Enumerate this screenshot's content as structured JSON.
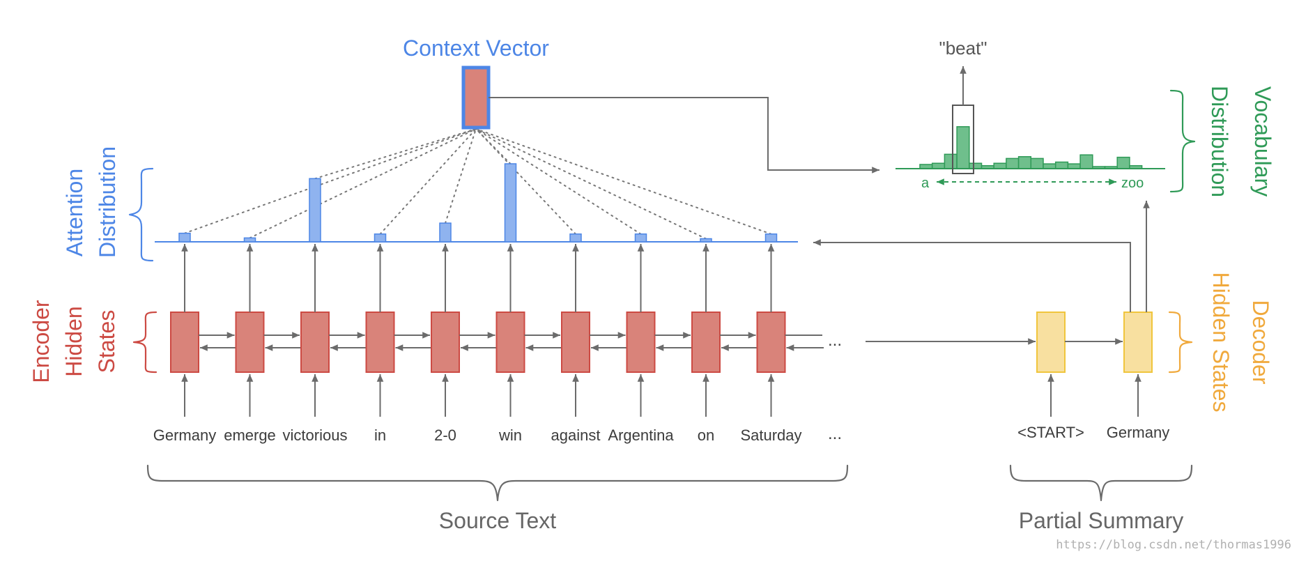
{
  "labels": {
    "context_vector": "Context Vector",
    "attention_distribution": [
      "Attention",
      "Distribution"
    ],
    "encoder_hidden_states": [
      "Encoder",
      "Hidden",
      "States"
    ],
    "vocabulary_distribution": [
      "Vocabulary",
      "Distribution"
    ],
    "decoder_hidden_states": [
      "Decoder",
      "Hidden States"
    ],
    "source_text": "Source Text",
    "partial_summary": "Partial Summary",
    "output_word": "\"beat\"",
    "vocab_start": "a",
    "vocab_end": "zoo",
    "ellipsis": "..."
  },
  "source_words": [
    "Germany",
    "emerge",
    "victorious",
    "in",
    "2-0",
    "win",
    "against",
    "Argentina",
    "on",
    "Saturday"
  ],
  "summary_words": [
    "<START>",
    "Germany"
  ],
  "watermark": "https://blog.csdn.net/thormas1996",
  "colors": {
    "encoder": "#cc4a43",
    "attention": "#4d86e6",
    "vocabulary": "#2f9a57",
    "decoder": "#f0a93c",
    "arrow": "#6b6b6b"
  },
  "attention_weights": [
    0.11,
    0.05,
    0.81,
    0.1,
    0.24,
    1.0,
    0.1,
    0.1,
    0.04,
    0.1
  ],
  "vocab_distribution": [
    0.07,
    0.09,
    0.24,
    0.7,
    0.09,
    0.05,
    0.09,
    0.17,
    0.2,
    0.17,
    0.08,
    0.11,
    0.08,
    0.23,
    0.03,
    0.03,
    0.19,
    0.05
  ]
}
